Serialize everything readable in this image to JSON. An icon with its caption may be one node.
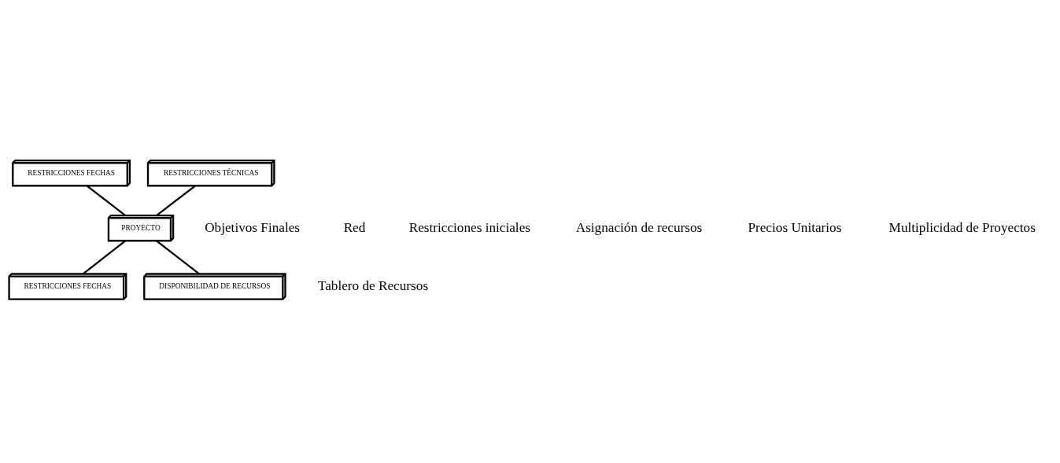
{
  "diagram": {
    "nodes": [
      {
        "text": [
          "RESTRICCIONES FECHAS"
        ]
      },
      {
        "text": [
          "RESTRICCIONES TÉCNICAS"
        ]
      },
      {
        "text": [
          "PROYECTO"
        ]
      },
      {
        "text": [
          "RESTRICCIONES FECHAS"
        ]
      },
      {
        "text": [
          "DISPONIBILIDAD DE RECURSOS"
        ]
      }
    ],
    "edges": [
      {
        "from": 0,
        "to": 2,
        "arrow": "none"
      },
      {
        "from": 1,
        "to": 2,
        "arrow": "none"
      },
      {
        "from": 2,
        "to": 3,
        "arrow": "none"
      },
      {
        "from": 2,
        "to": 4,
        "arrow": "none"
      }
    ],
    "labels": [
      "Objetivos Finales",
      "Red",
      "Restricciones iniciales",
      "Asignación de recursos",
      "Precios Unitarios",
      "Multiplicidad de Proyectos",
      "Tablero de Recursos"
    ]
  }
}
